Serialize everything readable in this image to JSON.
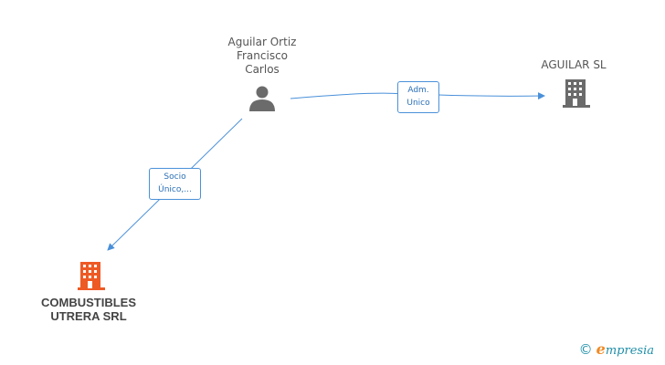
{
  "nodes": {
    "person": {
      "name_lines": [
        "Aguilar Ortiz",
        "Francisco",
        "Carlos"
      ],
      "icon": "person-icon",
      "color": "#6b6b6b"
    },
    "aguilar_sl": {
      "name": "AGUILAR SL",
      "icon": "building-icon",
      "color": "#6b6b6b"
    },
    "combustibles": {
      "name_lines": [
        "COMBUSTIBLES",
        "UTRERA SRL"
      ],
      "icon": "building-icon",
      "color": "#ee5a24"
    }
  },
  "edges": {
    "adm": {
      "label_lines": [
        "Adm.",
        "Unico"
      ]
    },
    "socio": {
      "label_lines": [
        "Socio",
        "Único,..."
      ]
    }
  },
  "colors": {
    "edge": "#4a90d9"
  },
  "footer": {
    "copyright_symbol": "©",
    "brand_initial": "e",
    "brand_rest": "mpresia"
  }
}
